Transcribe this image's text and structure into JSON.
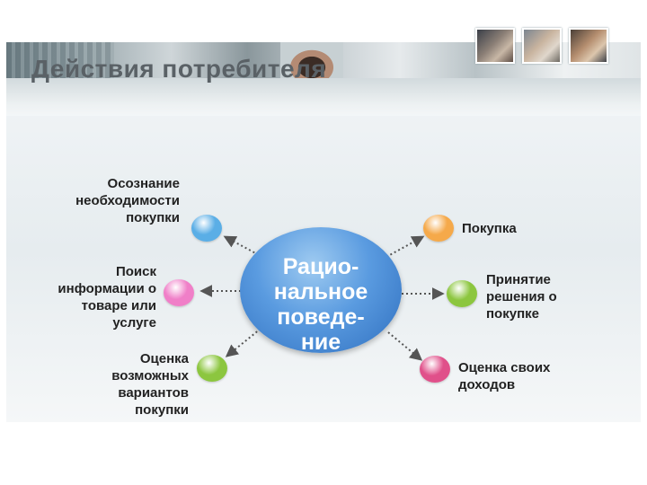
{
  "title": "Действия потребителя",
  "center": {
    "lines": [
      "Рацио-",
      "нальное",
      "поведе-",
      "ние"
    ]
  },
  "left_items": [
    {
      "lines": [
        "Осознание",
        "необходимости",
        "покупки"
      ],
      "color": "#5aaee6"
    },
    {
      "lines": [
        "Поиск",
        "информации о",
        "товаре или",
        "услуге"
      ],
      "color": "#f07fc8"
    },
    {
      "lines": [
        "Оценка",
        "возможных",
        "вариантов",
        "покупки"
      ],
      "color": "#8cc63f"
    }
  ],
  "right_items": [
    {
      "lines": [
        "Покупка"
      ],
      "color": "#f5a94a"
    },
    {
      "lines": [
        "Принятие",
        "решения о",
        "покупке"
      ],
      "color": "#8cc63f"
    },
    {
      "lines": [
        "Оценка своих",
        "доходов"
      ],
      "color": "#e0508a"
    }
  ],
  "colors": {
    "center": "#4a8fd8",
    "arrows": "#555555",
    "title": "#5a6166"
  }
}
